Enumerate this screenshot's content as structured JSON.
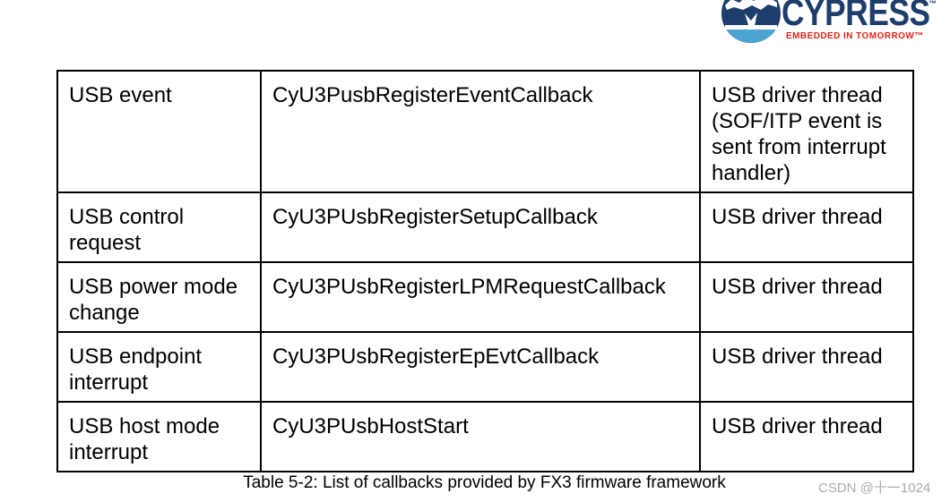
{
  "colors": {
    "brand_navy": "#1d3e6d",
    "brand_red": "#e2241b",
    "ball_light_blue": "#4ba4d4",
    "watermark_gray": "#ababab",
    "table_border": "#000000"
  },
  "logo": {
    "brand": "CYPRESS",
    "brand_tm": "™",
    "tagline": "EMBEDDED IN TOMORROW™"
  },
  "table": {
    "rows": [
      {
        "event": "USB event",
        "api": "CyU3PusbRegisterEventCallback",
        "context": "USB driver thread (SOF/ITP event is sent from interrupt handler)"
      },
      {
        "event": "USB control request",
        "api": "CyU3PUsbRegisterSetupCallback",
        "context": "USB driver thread"
      },
      {
        "event": "USB power mode change",
        "api": "CyU3PUsbRegisterLPMRequestCallback",
        "context": "USB driver thread"
      },
      {
        "event": "USB endpoint interrupt",
        "api": "CyU3PUsbRegisterEpEvtCallback",
        "context": "USB driver thread"
      },
      {
        "event": "USB host mode interrupt",
        "api": "CyU3PUsbHostStart",
        "context": "USB driver thread"
      }
    ]
  },
  "caption": "Table 5-2: List of callbacks provided by FX3 firmware framework",
  "watermark": "CSDN @十一1024"
}
